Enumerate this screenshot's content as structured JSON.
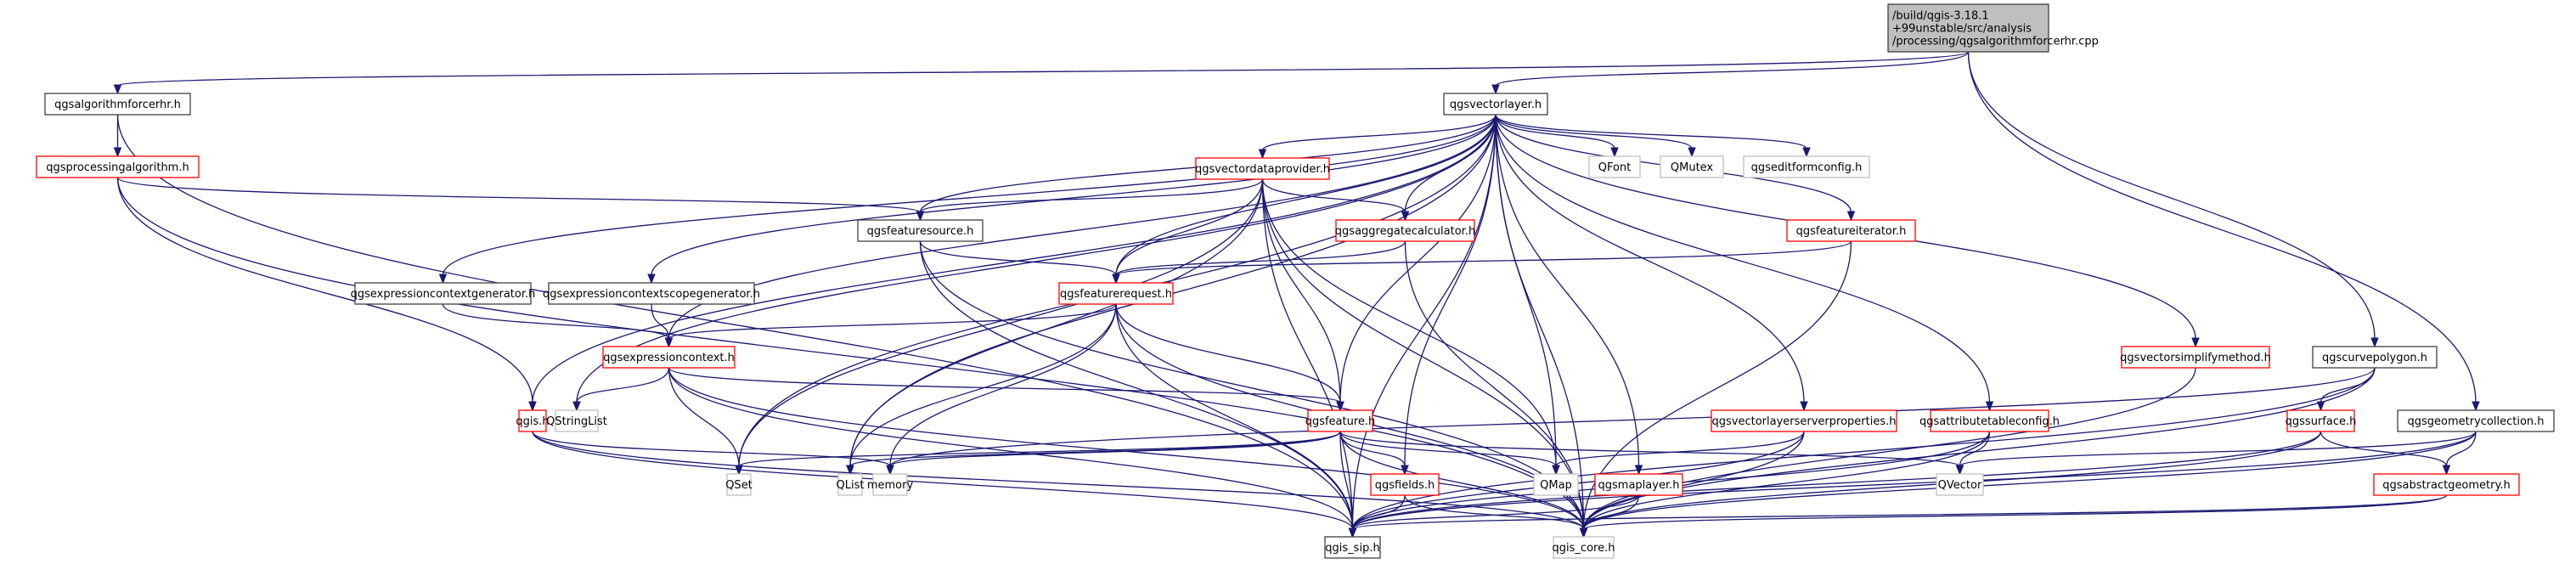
{
  "title": "Include dependency graph for qgsalgorithmforcerhr.cpp",
  "colors": {
    "edge": "#191970",
    "root_fill": "#bfbfbf",
    "documented_border": "#404040",
    "incomplete_border": "#ff0000",
    "external_border": "#bfbfbf"
  },
  "nodes": [
    {
      "id": "root",
      "kind": "root",
      "lines": [
        "/build/qgis-3.18.1",
        "+99unstable/src/analysis",
        "/processing/qgsalgorithmforcerhr.cpp"
      ]
    },
    {
      "id": "qgsalgorithmforcerhr_h",
      "kind": "documented",
      "lines": [
        "qgsalgorithmforcerhr.h"
      ]
    },
    {
      "id": "qgsvectorlayer_h",
      "kind": "documented",
      "lines": [
        "qgsvectorlayer.h"
      ]
    },
    {
      "id": "qgsprocessingalgorithm_h",
      "kind": "incomplete",
      "lines": [
        "qgsprocessingalgorithm.h"
      ]
    },
    {
      "id": "qgsvectordataprovider_h",
      "kind": "incomplete",
      "lines": [
        "qgsvectordataprovider.h"
      ]
    },
    {
      "id": "QFont",
      "kind": "external",
      "lines": [
        "QFont"
      ]
    },
    {
      "id": "QMutex",
      "kind": "external",
      "lines": [
        "QMutex"
      ]
    },
    {
      "id": "qgseditformconfig_h",
      "kind": "external",
      "lines": [
        "qgseditformconfig.h"
      ]
    },
    {
      "id": "qgsfeaturesource_h",
      "kind": "documented",
      "lines": [
        "qgsfeaturesource.h"
      ]
    },
    {
      "id": "qgsaggregatecalculator_h",
      "kind": "incomplete",
      "lines": [
        "qgsaggregatecalculator.h"
      ]
    },
    {
      "id": "qgsfeatureiterator_h",
      "kind": "incomplete",
      "lines": [
        "qgsfeatureiterator.h"
      ]
    },
    {
      "id": "qgsexpressioncontextgenerator_h",
      "kind": "documented",
      "lines": [
        "qgsexpressioncontextgenerator.h"
      ]
    },
    {
      "id": "qgsexpressioncontextscopegenerator_h",
      "kind": "documented",
      "lines": [
        "qgsexpressioncontextscopegenerator.h"
      ]
    },
    {
      "id": "qgsfeaturerequest_h",
      "kind": "incomplete",
      "lines": [
        "qgsfeaturerequest.h"
      ]
    },
    {
      "id": "qgsexpressioncontext_h",
      "kind": "incomplete",
      "lines": [
        "qgsexpressioncontext.h"
      ]
    },
    {
      "id": "qgsvectorsimplifymethod_h",
      "kind": "incomplete",
      "lines": [
        "qgsvectorsimplifymethod.h"
      ]
    },
    {
      "id": "qgscurvepolygon_h",
      "kind": "documented",
      "lines": [
        "qgscurvepolygon.h"
      ]
    },
    {
      "id": "qgis_h",
      "kind": "incomplete",
      "lines": [
        "qgis.h"
      ]
    },
    {
      "id": "QStringList",
      "kind": "external",
      "lines": [
        "QStringList"
      ]
    },
    {
      "id": "qgsfeature_h",
      "kind": "incomplete",
      "lines": [
        "qgsfeature.h"
      ]
    },
    {
      "id": "qgsvectorlayerserverproperties_h",
      "kind": "incomplete",
      "lines": [
        "qgsvectorlayerserverproperties.h"
      ]
    },
    {
      "id": "qgsattributetableconfig_h",
      "kind": "incomplete",
      "lines": [
        "qgsattributetableconfig.h"
      ]
    },
    {
      "id": "qgssurface_h",
      "kind": "incomplete",
      "lines": [
        "qgssurface.h"
      ]
    },
    {
      "id": "qgsgeometrycollection_h",
      "kind": "documented",
      "lines": [
        "qgsgeometrycollection.h"
      ]
    },
    {
      "id": "QSet",
      "kind": "external",
      "lines": [
        "QSet"
      ]
    },
    {
      "id": "QList",
      "kind": "external",
      "lines": [
        "QList"
      ]
    },
    {
      "id": "memory",
      "kind": "external",
      "lines": [
        "memory"
      ]
    },
    {
      "id": "qgsfields_h",
      "kind": "incomplete",
      "lines": [
        "qgsfields.h"
      ]
    },
    {
      "id": "QMap",
      "kind": "external",
      "lines": [
        "QMap"
      ]
    },
    {
      "id": "qgsmaplayer_h",
      "kind": "incomplete",
      "lines": [
        "qgsmaplayer.h"
      ]
    },
    {
      "id": "QVector",
      "kind": "external",
      "lines": [
        "QVector"
      ]
    },
    {
      "id": "qgsabstractgeometry_h",
      "kind": "incomplete",
      "lines": [
        "qgsabstractgeometry.h"
      ]
    },
    {
      "id": "qgis_sip_h",
      "kind": "documented",
      "lines": [
        "qgis_sip.h"
      ]
    },
    {
      "id": "qgis_core_h",
      "kind": "external",
      "lines": [
        "qgis_core.h"
      ]
    }
  ],
  "edges": [
    [
      "root",
      "qgsalgorithmforcerhr_h"
    ],
    [
      "root",
      "qgsvectorlayer_h"
    ],
    [
      "root",
      "qgscurvepolygon_h"
    ],
    [
      "root",
      "qgsgeometrycollection_h"
    ],
    [
      "qgsalgorithmforcerhr_h",
      "qgsprocessingalgorithm_h"
    ],
    [
      "qgsalgorithmforcerhr_h",
      "qgis_sip_h"
    ],
    [
      "qgsprocessingalgorithm_h",
      "qgsfeaturesource_h"
    ],
    [
      "qgsprocessingalgorithm_h",
      "qgis_h"
    ],
    [
      "qgsprocessingalgorithm_h",
      "qgis_core_h"
    ],
    [
      "qgsvectorlayer_h",
      "qgsvectordataprovider_h"
    ],
    [
      "qgsvectorlayer_h",
      "QFont"
    ],
    [
      "qgsvectorlayer_h",
      "QMutex"
    ],
    [
      "qgsvectorlayer_h",
      "qgseditformconfig_h"
    ],
    [
      "qgsvectorlayer_h",
      "qgsfeaturesource_h"
    ],
    [
      "qgsvectorlayer_h",
      "qgsaggregatecalculator_h"
    ],
    [
      "qgsvectorlayer_h",
      "qgsfeatureiterator_h"
    ],
    [
      "qgsvectorlayer_h",
      "qgsexpressioncontextgenerator_h"
    ],
    [
      "qgsvectorlayer_h",
      "qgsexpressioncontextscopegenerator_h"
    ],
    [
      "qgsvectorlayer_h",
      "qgsfeaturerequest_h"
    ],
    [
      "qgsvectorlayer_h",
      "qgsexpressioncontext_h"
    ],
    [
      "qgsvectorlayer_h",
      "qgsvectorsimplifymethod_h"
    ],
    [
      "qgsvectorlayer_h",
      "qgis_h"
    ],
    [
      "qgsvectorlayer_h",
      "QStringList"
    ],
    [
      "qgsvectorlayer_h",
      "qgsfeature_h"
    ],
    [
      "qgsvectorlayer_h",
      "qgsvectorlayerserverproperties_h"
    ],
    [
      "qgsvectorlayer_h",
      "qgsattributetableconfig_h"
    ],
    [
      "qgsvectorlayer_h",
      "QSet"
    ],
    [
      "qgsvectorlayer_h",
      "QList"
    ],
    [
      "qgsvectorlayer_h",
      "qgsfields_h"
    ],
    [
      "qgsvectorlayer_h",
      "QMap"
    ],
    [
      "qgsvectorlayer_h",
      "qgsmaplayer_h"
    ],
    [
      "qgsvectorlayer_h",
      "qgis_sip_h"
    ],
    [
      "qgsvectorlayer_h",
      "qgis_core_h"
    ],
    [
      "qgsvectordataprovider_h",
      "qgsfeaturesource_h"
    ],
    [
      "qgsvectordataprovider_h",
      "qgsaggregatecalculator_h"
    ],
    [
      "qgsvectordataprovider_h",
      "qgsfeaturerequest_h"
    ],
    [
      "qgsvectordataprovider_h",
      "qgsfeature_h"
    ],
    [
      "qgsvectordataprovider_h",
      "QSet"
    ],
    [
      "qgsvectordataprovider_h",
      "QList"
    ],
    [
      "qgsvectordataprovider_h",
      "QMap"
    ],
    [
      "qgsvectordataprovider_h",
      "qgis_sip_h"
    ],
    [
      "qgsvectordataprovider_h",
      "qgis_core_h"
    ],
    [
      "qgsfeaturesource_h",
      "qgsfeaturerequest_h"
    ],
    [
      "qgsfeaturesource_h",
      "qgis_sip_h"
    ],
    [
      "qgsfeaturesource_h",
      "qgis_core_h"
    ],
    [
      "qgsaggregatecalculator_h",
      "qgsfeaturerequest_h"
    ],
    [
      "qgsaggregatecalculator_h",
      "qgis_core_h"
    ],
    [
      "qgsfeatureiterator_h",
      "qgsfeaturerequest_h"
    ],
    [
      "qgsfeatureiterator_h",
      "qgis_core_h"
    ],
    [
      "qgsexpressioncontextgenerator_h",
      "qgsexpressioncontext_h"
    ],
    [
      "qgsexpressioncontextscopegenerator_h",
      "qgsexpressioncontext_h"
    ],
    [
      "qgsfeaturerequest_h",
      "qgsexpressioncontext_h"
    ],
    [
      "qgsfeaturerequest_h",
      "qgsfeature_h"
    ],
    [
      "qgsfeaturerequest_h",
      "QList"
    ],
    [
      "qgsfeaturerequest_h",
      "memory"
    ],
    [
      "qgsfeaturerequest_h",
      "qgis_sip_h"
    ],
    [
      "qgsfeaturerequest_h",
      "qgis_core_h"
    ],
    [
      "qgsexpressioncontext_h",
      "QStringList"
    ],
    [
      "qgsexpressioncontext_h",
      "qgsfeature_h"
    ],
    [
      "qgsexpressioncontext_h",
      "QSet"
    ],
    [
      "qgsexpressioncontext_h",
      "qgis_sip_h"
    ],
    [
      "qgsexpressioncontext_h",
      "qgis_core_h"
    ],
    [
      "qgis_h",
      "memory"
    ],
    [
      "qgis_h",
      "qgis_sip_h"
    ],
    [
      "qgis_h",
      "qgis_core_h"
    ],
    [
      "qgsfeature_h",
      "QSet"
    ],
    [
      "qgsfeature_h",
      "QList"
    ],
    [
      "qgsfeature_h",
      "memory"
    ],
    [
      "qgsfeature_h",
      "qgsfields_h"
    ],
    [
      "qgsfeature_h",
      "QMap"
    ],
    [
      "qgsfeature_h",
      "QVector"
    ],
    [
      "qgsfeature_h",
      "qgis_sip_h"
    ],
    [
      "qgsfeature_h",
      "qgis_core_h"
    ],
    [
      "qgsfields_h",
      "qgis_sip_h"
    ],
    [
      "qgsfields_h",
      "qgis_core_h"
    ],
    [
      "qgsmaplayer_h",
      "qgis_sip_h"
    ],
    [
      "qgsmaplayer_h",
      "qgis_core_h"
    ],
    [
      "qgsvectorlayerserverproperties_h",
      "QMap"
    ],
    [
      "qgsvectorlayerserverproperties_h",
      "qgis_sip_h"
    ],
    [
      "qgsvectorlayerserverproperties_h",
      "qgis_core_h"
    ],
    [
      "qgsattributetableconfig_h",
      "QVector"
    ],
    [
      "qgsattributetableconfig_h",
      "qgis_sip_h"
    ],
    [
      "qgsattributetableconfig_h",
      "qgis_core_h"
    ],
    [
      "qgsvectorsimplifymethod_h",
      "qgis_core_h"
    ],
    [
      "qgscurvepolygon_h",
      "memory"
    ],
    [
      "qgscurvepolygon_h",
      "qgssurface_h"
    ],
    [
      "qgscurvepolygon_h",
      "qgis_sip_h"
    ],
    [
      "qgscurvepolygon_h",
      "qgis_core_h"
    ],
    [
      "qgssurface_h",
      "qgsabstractgeometry_h"
    ],
    [
      "qgssurface_h",
      "qgis_sip_h"
    ],
    [
      "qgssurface_h",
      "qgis_core_h"
    ],
    [
      "qgsgeometrycollection_h",
      "QVector"
    ],
    [
      "qgsgeometrycollection_h",
      "qgsabstractgeometry_h"
    ],
    [
      "qgsgeometrycollection_h",
      "qgis_sip_h"
    ],
    [
      "qgsgeometrycollection_h",
      "qgis_core_h"
    ],
    [
      "qgsabstractgeometry_h",
      "qgis_sip_h"
    ],
    [
      "qgsabstractgeometry_h",
      "qgis_core_h"
    ]
  ]
}
